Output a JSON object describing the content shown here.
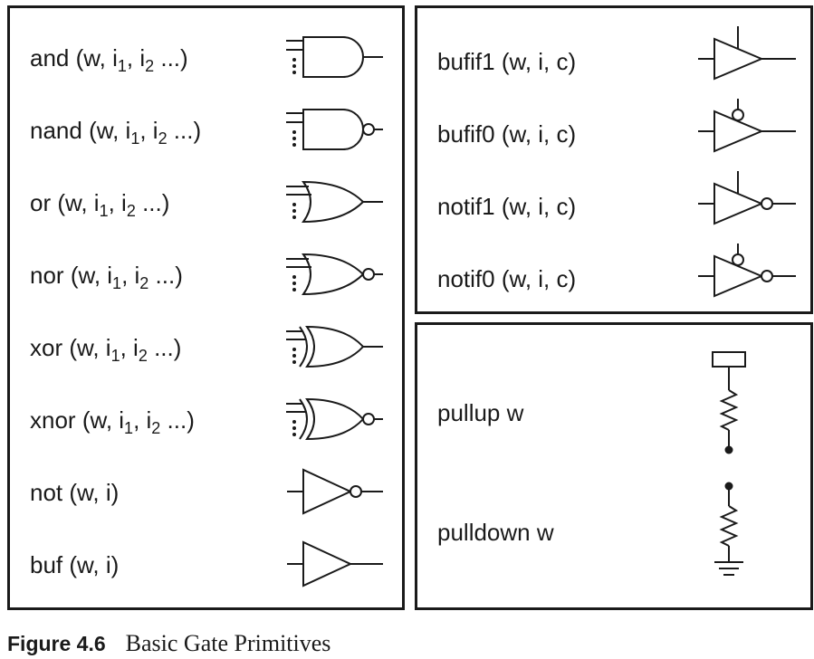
{
  "gates": [
    {
      "name": "and",
      "args": [
        "(w, i",
        "1",
        ", i",
        "2",
        " ...)"
      ],
      "symbol": "and-gate-icon"
    },
    {
      "name": "nand",
      "args": [
        "(w, i",
        "1",
        ", i",
        "2",
        " ...)"
      ],
      "symbol": "nand-gate-icon"
    },
    {
      "name": "or",
      "args": [
        "(w, i",
        "1",
        ", i",
        "2",
        " ...)"
      ],
      "symbol": "or-gate-icon"
    },
    {
      "name": "nor",
      "args": [
        "(w, i",
        "1",
        ", i",
        "2",
        " ...)"
      ],
      "symbol": "nor-gate-icon"
    },
    {
      "name": "xor",
      "args": [
        "(w, i",
        "1",
        ", i",
        "2",
        " ...)"
      ],
      "symbol": "xor-gate-icon"
    },
    {
      "name": "xnor",
      "args": [
        "(w, i",
        "1",
        ", i",
        "2",
        " ...)"
      ],
      "symbol": "xnor-gate-icon"
    },
    {
      "name": "not",
      "args": [
        "(w, i)"
      ],
      "symbol": "not-gate-icon"
    },
    {
      "name": "buf",
      "args": [
        "(w, i)"
      ],
      "symbol": "buf-gate-icon"
    }
  ],
  "tristate": [
    {
      "label": "bufif1 (w, i, c)",
      "symbol": "bufif1-gate-icon"
    },
    {
      "label": "bufif0 (w, i, c)",
      "symbol": "bufif0-gate-icon"
    },
    {
      "label": "notif1 (w, i, c)",
      "symbol": "notif1-gate-icon"
    },
    {
      "label": "notif0 (w, i, c)",
      "symbol": "notif0-gate-icon"
    }
  ],
  "pulls": [
    {
      "label": "pullup w",
      "symbol": "pullup-resistor-icon"
    },
    {
      "label": "pulldown w",
      "symbol": "pulldown-resistor-icon"
    }
  ],
  "caption": {
    "figure": "Figure 4.6",
    "text": "Basic Gate Primitives"
  },
  "colors": {
    "ink": "#1a1a1a",
    "background": "#ffffff"
  }
}
